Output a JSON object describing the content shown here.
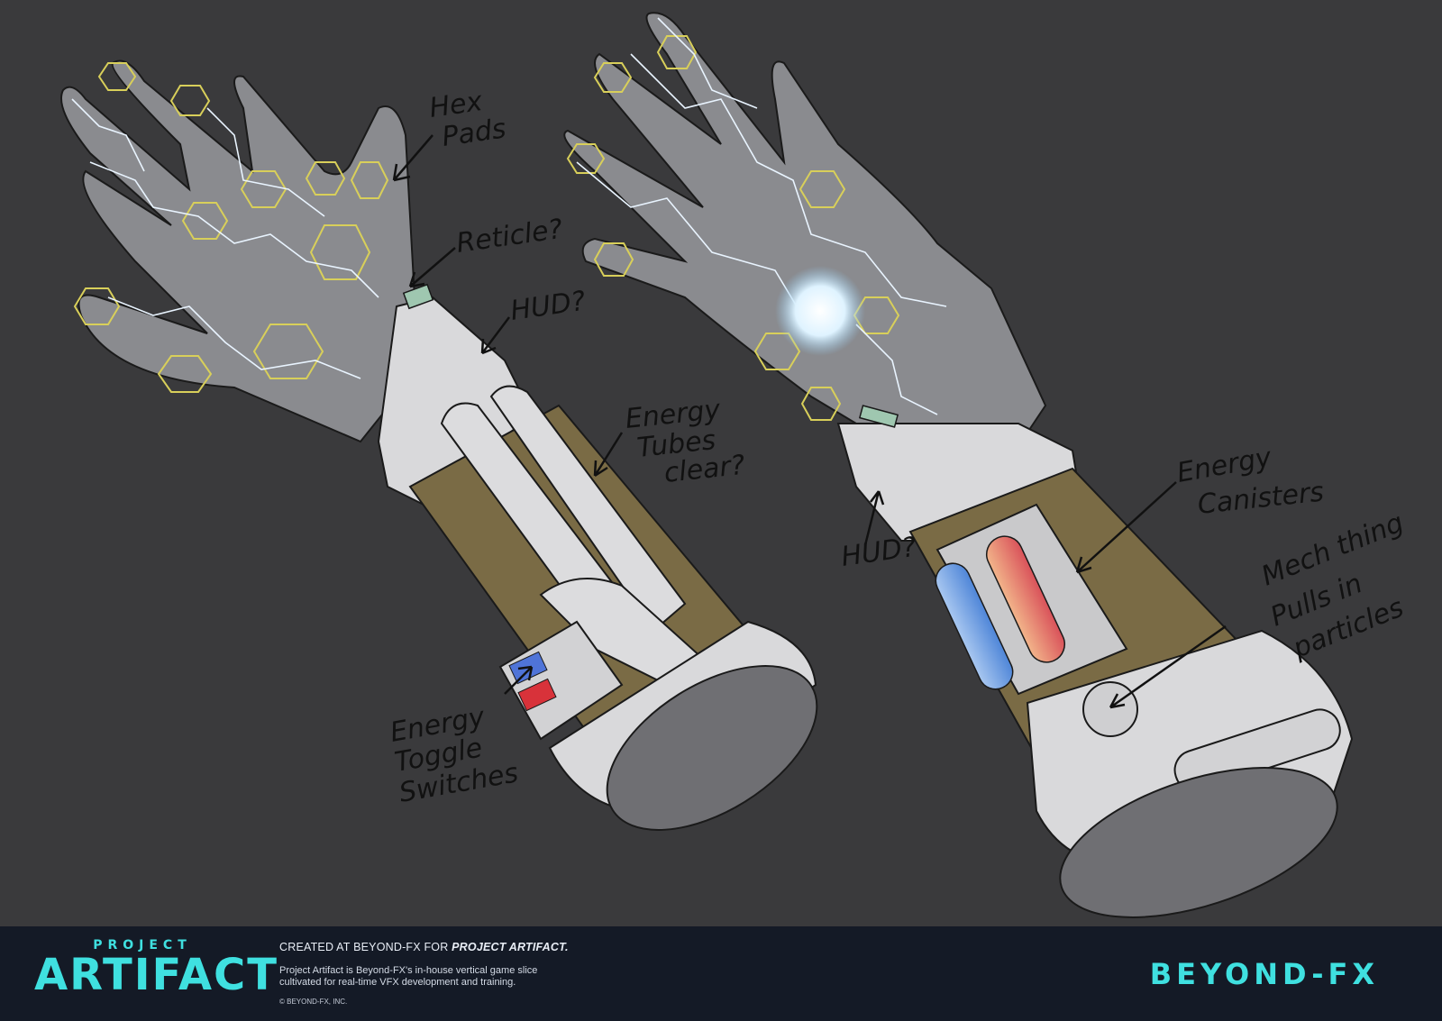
{
  "annotations": {
    "hex_pads": [
      "Hex",
      "Pads"
    ],
    "reticle": "Reticle?",
    "hud_left": "HUD?",
    "energy_tubes": [
      "Energy",
      "Tubes",
      "clear?"
    ],
    "toggle_switches": [
      "Energy",
      "Toggle",
      "Switches"
    ],
    "hud_right": "HUD?",
    "energy_canisters": [
      "Energy",
      "Canisters"
    ],
    "mech_thing": [
      "Mech thing",
      "Pulls in",
      "particles"
    ]
  },
  "footer": {
    "logo_top": "PROJECT",
    "logo_main": "ARTIFACT",
    "credit_prefix": "CREATED AT BEYOND-FX FOR ",
    "credit_project": "PROJECT ARTIFACT.",
    "description_line1": "Project Artifact is Beyond-FX's in-house vertical game slice",
    "description_line2": "cultivated for real-time VFX development and training.",
    "copyright": "© BEYOND-FX, INC.",
    "brand": "BEYOND-FX"
  },
  "colors": {
    "background": "#3a3a3c",
    "footer_background": "#141a26",
    "accent": "#3fe0e0",
    "hex_outline": "#d8cf5a",
    "sleeve": "#7a6b45",
    "canister_blue": "#6f9fe0",
    "canister_red": "#e0716a"
  }
}
